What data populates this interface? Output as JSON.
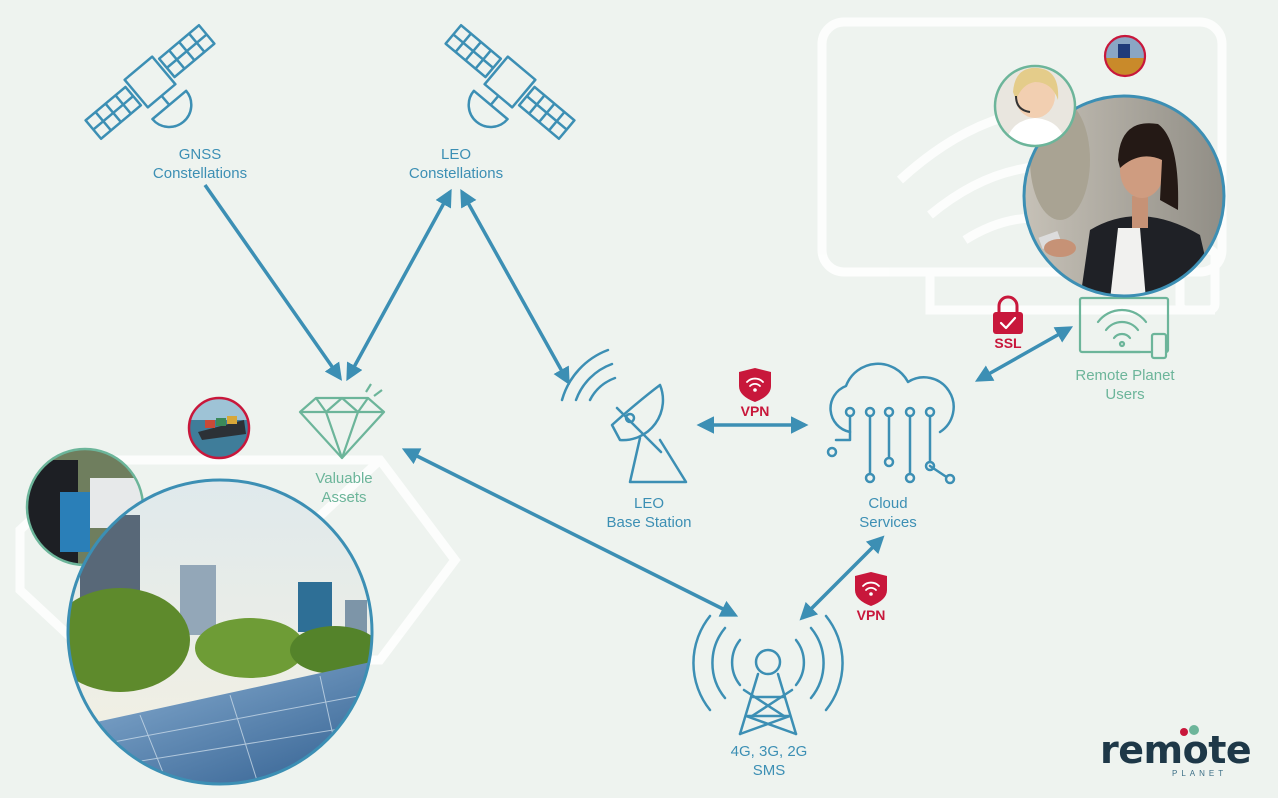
{
  "nodes": {
    "gnss": {
      "line1": "GNSS",
      "line2": "Constellations"
    },
    "leo": {
      "line1": "LEO",
      "line2": "Constellations"
    },
    "assets": {
      "line1": "Valuable",
      "line2": "Assets"
    },
    "leo_base": {
      "line1": "LEO",
      "line2": "Base Station"
    },
    "cloud": {
      "line1": "Cloud",
      "line2": "Services"
    },
    "users": {
      "line1": "Remote Planet",
      "line2": "Users"
    },
    "cellular": {
      "line1": "4G, 3G, 2G",
      "line2": "SMS"
    }
  },
  "badges": {
    "vpn_top": "VPN",
    "vpn_bottom": "VPN",
    "ssl": "SSL"
  },
  "logo": {
    "word": "remote",
    "sub": "PLANET"
  },
  "colors": {
    "background": "#eef3ef",
    "arrow": "#3c8fb4",
    "icon_blue": "#3c8fb4",
    "icon_green": "#6cb59a",
    "security_red": "#c8173b",
    "logo_dark": "#1e3848"
  }
}
